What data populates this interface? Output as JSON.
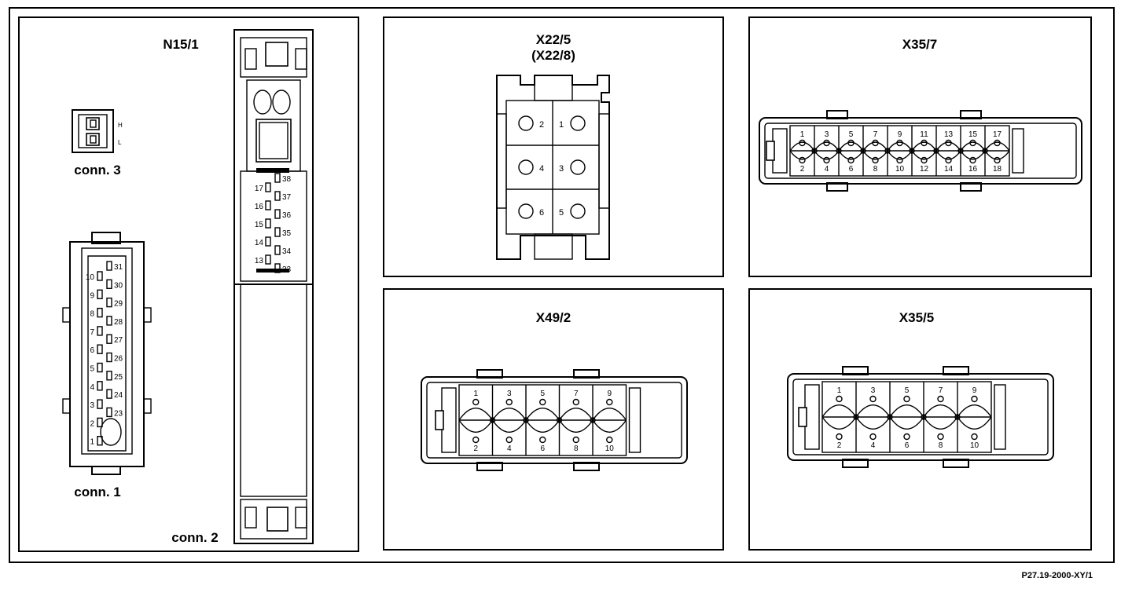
{
  "panels": {
    "n15": {
      "title": "N15/1",
      "conn1_label": "conn. 1",
      "conn2_label": "conn. 2",
      "conn3_label": "conn. 3",
      "conn3_pin_labels": [
        "H",
        "L"
      ],
      "conn1_left_pins": [
        "10",
        "9",
        "8",
        "7",
        "6",
        "5",
        "4",
        "3",
        "2",
        "1"
      ],
      "conn1_right_pins": [
        "31",
        "30",
        "29",
        "28",
        "27",
        "26",
        "25",
        "24",
        "23"
      ],
      "conn2_left_pins": [
        "17",
        "16",
        "15",
        "14",
        "13"
      ],
      "conn2_right_pins": [
        "38",
        "37",
        "36",
        "35",
        "34",
        "33"
      ]
    },
    "x22": {
      "title": "X22/5",
      "subtitle": "(X22/8)",
      "pins": [
        "2",
        "1",
        "4",
        "3",
        "6",
        "5"
      ]
    },
    "x35_7": {
      "title": "X35/7",
      "top_pins": [
        "1",
        "3",
        "5",
        "7",
        "9",
        "11",
        "13",
        "15",
        "17"
      ],
      "bottom_pins": [
        "2",
        "4",
        "6",
        "8",
        "10",
        "12",
        "14",
        "16",
        "18"
      ]
    },
    "x49": {
      "title": "X49/2",
      "top_pins": [
        "1",
        "3",
        "5",
        "7",
        "9"
      ],
      "bottom_pins": [
        "2",
        "4",
        "6",
        "8",
        "10"
      ]
    },
    "x35_5": {
      "title": "X35/5",
      "top_pins": [
        "1",
        "3",
        "5",
        "7",
        "9"
      ],
      "bottom_pins": [
        "2",
        "4",
        "6",
        "8",
        "10"
      ]
    }
  },
  "figure_ref": "P27.19-2000-XY/1"
}
